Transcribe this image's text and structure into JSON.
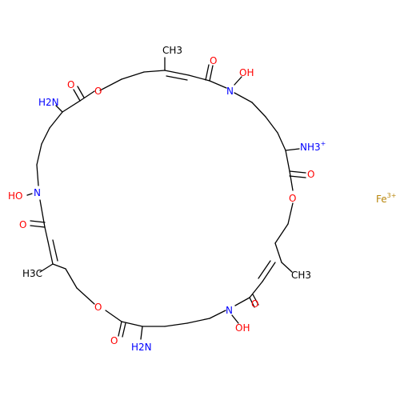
{
  "molecule": {
    "colors": {
      "bond": "#000000",
      "oxygen": "#ff0000",
      "nitrogen": "#0000ff",
      "iron": "#b8860b"
    },
    "labels": {
      "ch3_top": "CH3",
      "o_carbonyl_top": "O",
      "n_top": "N",
      "oh_top": "OH",
      "o_ester_top": "O",
      "o_carbonyl_topleft": "O",
      "nh2_topleft": "H2N",
      "ho_left": "HO",
      "n_left": "N",
      "o_carbonyl_left": "O",
      "ch3_left": "H3C",
      "o_ester_bottom": "O",
      "o_carbonyl_bottom": "O",
      "nh2_bottom": "H2N",
      "n_bottom": "N",
      "oh_bottom": "OH",
      "o_carbonyl_bottomright": "O",
      "ch3_right": "CH3",
      "o_ester_right": "O",
      "o_carbonyl_right": "O",
      "nh3_right": "NH3",
      "nh3_charge": "+",
      "fe_ion": "Fe",
      "fe_charge": "3+"
    }
  }
}
